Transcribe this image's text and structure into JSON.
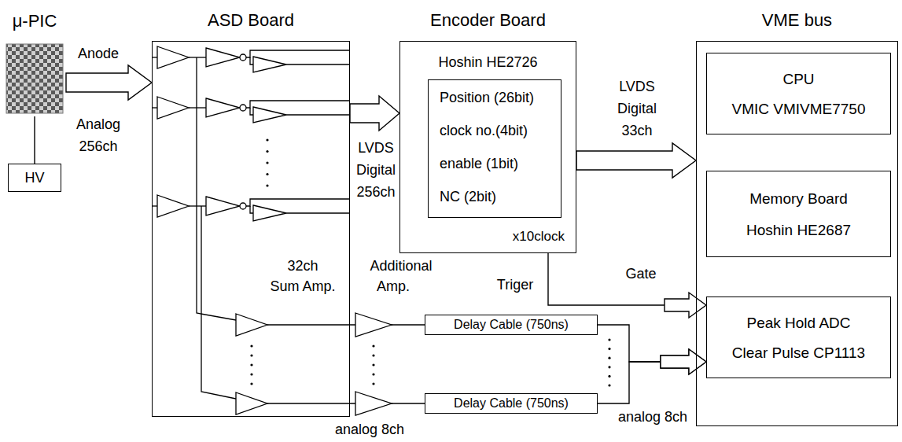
{
  "diagram": {
    "nodes": [
      {
        "text": [
          "μ-PIC"
        ]
      },
      {
        "text": [
          "HV"
        ]
      },
      {
        "text": [
          "ASD Board"
        ]
      },
      {
        "text": [
          "Encoder Board",
          "Hoshin HE2726",
          "x10clock"
        ]
      },
      {
        "text": [
          "Position (26bit)",
          "clock no.(4bit)",
          "enable (1bit)",
          "NC (2bit)"
        ],
        "in": 3
      },
      {
        "text": [
          "VME  bus"
        ]
      },
      {
        "text": [
          "CPU",
          "VMIC VMIVME7750"
        ],
        "in": 5
      },
      {
        "text": [
          "Memory Board",
          "Hoshin HE2687"
        ],
        "in": 5
      },
      {
        "text": [
          "Peak Hold ADC",
          "Clear Pulse CP1113"
        ],
        "in": 5
      },
      {
        "text": [
          "Delay Cable (750ns)"
        ]
      },
      {
        "text": [
          "Delay Cable (750ns)"
        ]
      }
    ],
    "edges": [
      {
        "from": 0,
        "to": 2,
        "arrow": "to"
      },
      {
        "from": 1,
        "to": 0,
        "arrow": "none"
      },
      {
        "from": 2,
        "to": 3,
        "arrow": "to"
      },
      {
        "from": 3,
        "to": 5,
        "arrow": "to"
      },
      {
        "from": 3,
        "to": 8,
        "arrow": "to"
      },
      {
        "from": 2,
        "to": 9,
        "arrow": "none"
      },
      {
        "from": 2,
        "to": 10,
        "arrow": "none"
      },
      {
        "from": 9,
        "to": 8,
        "arrow": "to"
      },
      {
        "from": 10,
        "to": 8,
        "arrow": "to"
      }
    ],
    "labels": [
      "Anode",
      "Analog",
      "256ch",
      "LVDS",
      "Digital",
      "256ch",
      "LVDS",
      "Digital",
      "33ch",
      "Gate",
      "Triger",
      "32ch",
      "Sum Amp.",
      "Additional",
      "Amp.",
      "analog 8ch",
      "analog 8ch"
    ]
  }
}
